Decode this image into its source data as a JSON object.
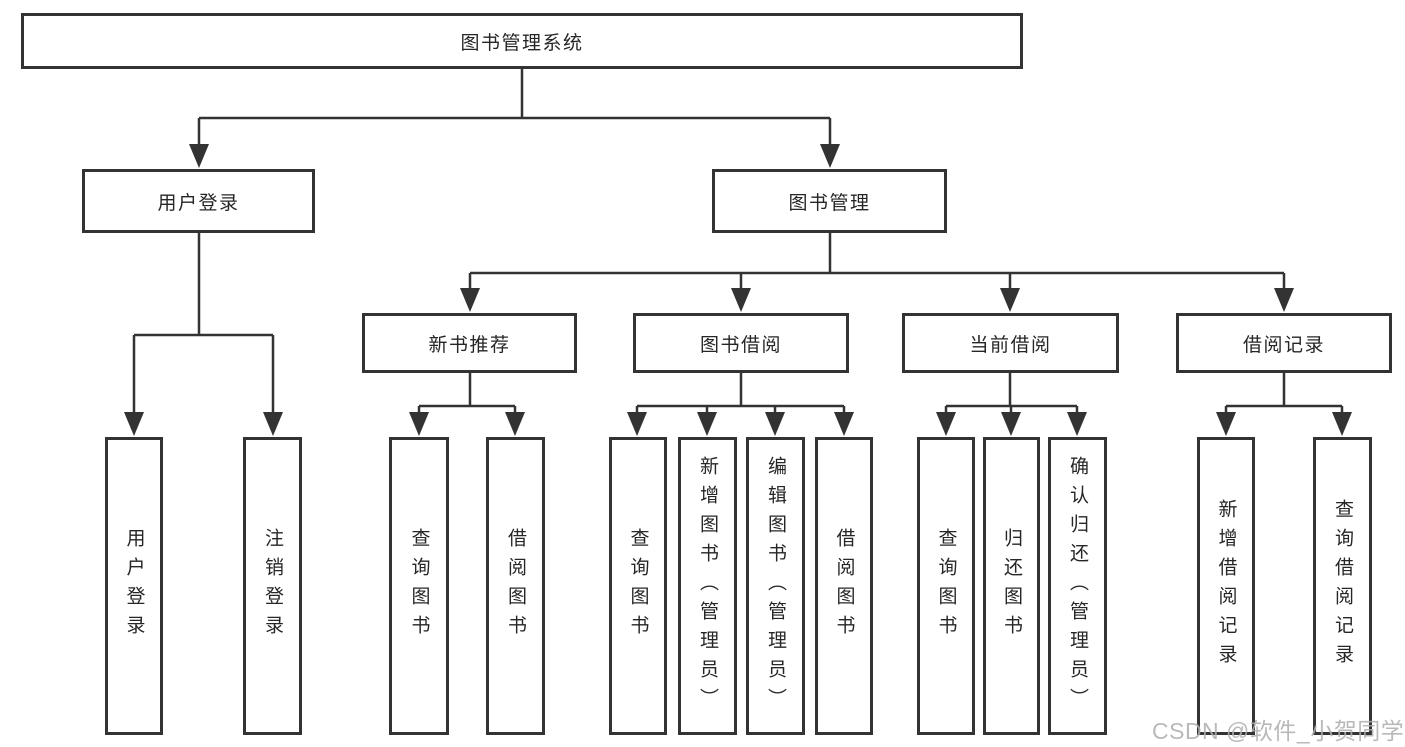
{
  "diagram": {
    "root": {
      "label": "图书管理系统"
    },
    "level2": [
      {
        "label": "用户登录"
      },
      {
        "label": "图书管理"
      }
    ],
    "level3": [
      {
        "label": "新书推荐"
      },
      {
        "label": "图书借阅"
      },
      {
        "label": "当前借阅"
      },
      {
        "label": "借阅记录"
      }
    ],
    "leaves": [
      {
        "label": "用户登录"
      },
      {
        "label": "注销登录"
      },
      {
        "label": "查询图书"
      },
      {
        "label": "借阅图书"
      },
      {
        "label": "查询图书"
      },
      {
        "label": "新增图书（管理员）"
      },
      {
        "label": "编辑图书（管理员）"
      },
      {
        "label": "借阅图书"
      },
      {
        "label": "查询图书"
      },
      {
        "label": "归还图书"
      },
      {
        "label": "确认归还（管理员）"
      },
      {
        "label": "新增借阅记录"
      },
      {
        "label": "查询借阅记录"
      }
    ]
  },
  "watermark": {
    "text": "CSDN @软件_小贺同学"
  },
  "colors": {
    "line": "#333333",
    "text": "#262626",
    "background": "#ffffff",
    "watermark": "#b0b0b0"
  }
}
